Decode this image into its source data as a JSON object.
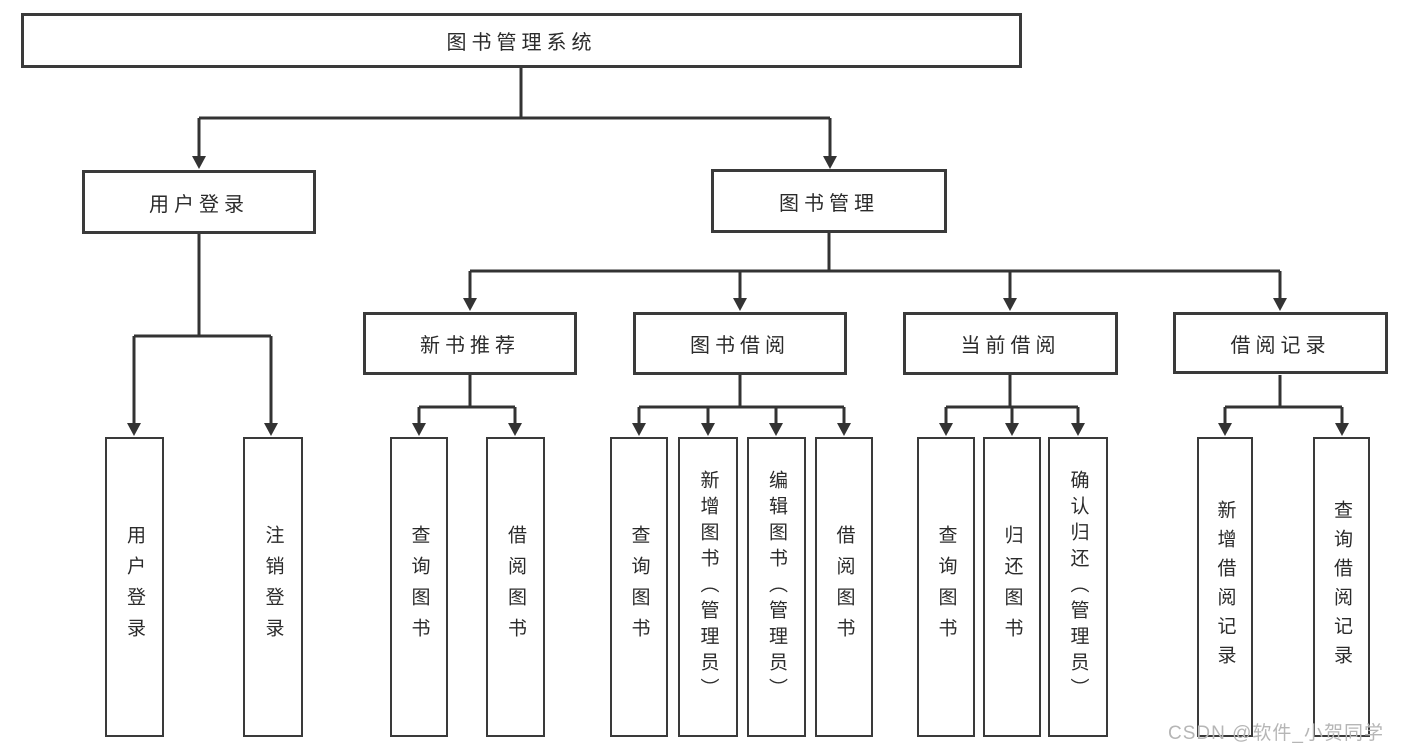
{
  "tree": {
    "root": {
      "label": "图书管理系统"
    },
    "user_login": {
      "label": "用户登录",
      "children": [
        {
          "label": "用户登录"
        },
        {
          "label": "注销登录"
        }
      ]
    },
    "book_mgmt": {
      "label": "图书管理",
      "groups": [
        {
          "label": "新书推荐",
          "children": [
            {
              "label": "查询图书"
            },
            {
              "label": "借阅图书"
            }
          ]
        },
        {
          "label": "图书借阅",
          "children": [
            {
              "label": "查询图书"
            },
            {
              "label": "新增图书（管理员）"
            },
            {
              "label": "编辑图书（管理员）"
            },
            {
              "label": "借阅图书"
            }
          ]
        },
        {
          "label": "当前借阅",
          "children": [
            {
              "label": "查询图书"
            },
            {
              "label": "归还图书"
            },
            {
              "label": "确认归还（管理员）"
            }
          ]
        },
        {
          "label": "借阅记录",
          "children": [
            {
              "label": "新增借阅记录"
            },
            {
              "label": "查询借阅记录"
            }
          ]
        }
      ]
    }
  },
  "watermark": "CSDN @软件_小贺同学",
  "colors": {
    "line": "#333333",
    "border": "#3a3a3a",
    "text": "#2b2b2b",
    "watermark": "#b6b6b6",
    "background": "#ffffff"
  }
}
